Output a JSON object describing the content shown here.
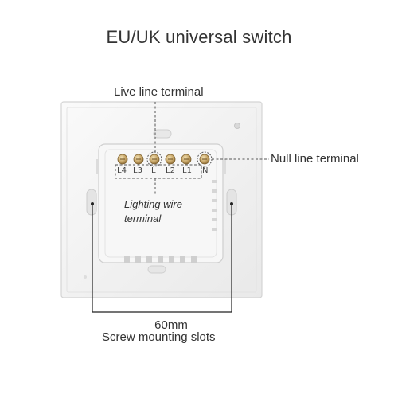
{
  "title": "EU/UK universal switch",
  "labels": {
    "live_line": "Live line terminal",
    "null_line": "Null line terminal",
    "lighting_wire": "Lighting wire terminal",
    "width_measure": "60mm",
    "screw_slots": "Screw mounting slots"
  },
  "terminals": [
    "L4",
    "L3",
    "L",
    "L2",
    "L1",
    "N"
  ]
}
